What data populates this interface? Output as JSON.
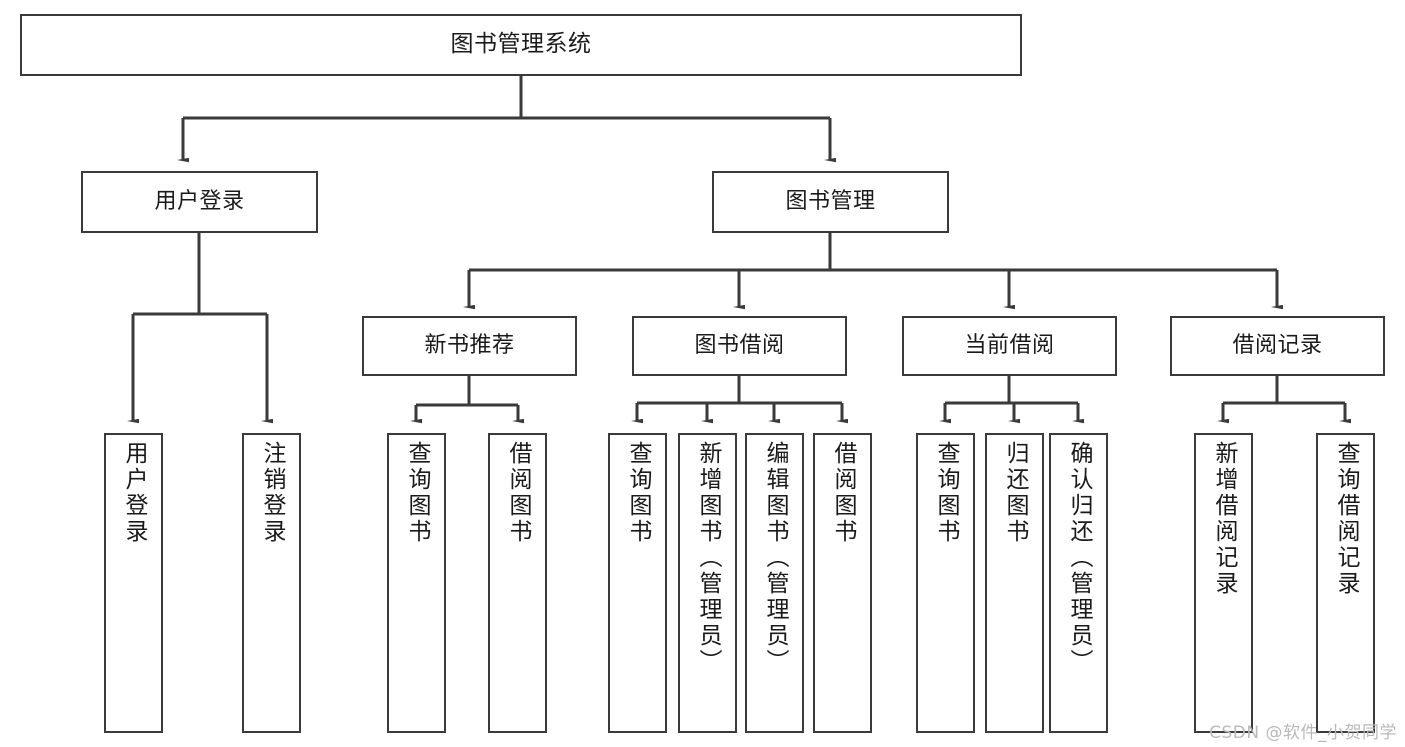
{
  "diagram": {
    "title_node": {
      "label": "图书管理系统"
    },
    "level1": [
      {
        "id": "user-login",
        "label": "用户登录"
      },
      {
        "id": "book-management",
        "label": "图书管理"
      }
    ],
    "level2": [
      {
        "id": "new-book-recommend",
        "label": "新书推荐"
      },
      {
        "id": "book-borrow",
        "label": "图书借阅"
      },
      {
        "id": "current-borrow",
        "label": "当前借阅"
      },
      {
        "id": "borrow-record",
        "label": "借阅记录"
      }
    ],
    "leaves": [
      {
        "id": "leaf-user-login",
        "label": "用户登录"
      },
      {
        "id": "leaf-logout-login",
        "label": "注销登录"
      },
      {
        "id": "leaf-query-book-1",
        "label": "查询图书"
      },
      {
        "id": "leaf-borrow-book-1",
        "label": "借阅图书"
      },
      {
        "id": "leaf-query-book-2",
        "label": "查询图书"
      },
      {
        "id": "leaf-add-book",
        "label": "新增图书（管理员）"
      },
      {
        "id": "leaf-edit-book",
        "label": "编辑图书（管理员）"
      },
      {
        "id": "leaf-borrow-book-2",
        "label": "借阅图书"
      },
      {
        "id": "leaf-query-book-3",
        "label": "查询图书"
      },
      {
        "id": "leaf-return-book",
        "label": "归还图书"
      },
      {
        "id": "leaf-confirm-return",
        "label": "确认归还（管理员）"
      },
      {
        "id": "leaf-add-borrow-record",
        "label": "新增借阅记录"
      },
      {
        "id": "leaf-query-borrow-record",
        "label": "查询借阅记录"
      }
    ],
    "watermark": "CSDN @软件_小贺同学",
    "colors": {
      "stroke": "#3a3a3a",
      "background": "#ffffff",
      "text": "#1a1a1a",
      "watermark": "#b9b9b9"
    }
  }
}
